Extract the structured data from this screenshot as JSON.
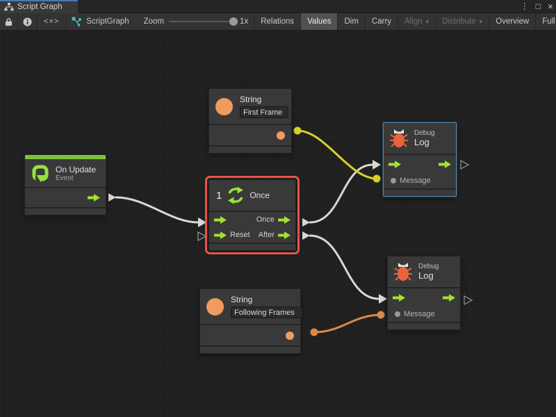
{
  "window": {
    "tab_title": "Script Graph",
    "menu_glyph": "⋮",
    "maximize_glyph": "□",
    "close_glyph": "×"
  },
  "toolbar": {
    "code_glyph": "<×>",
    "graph_name": "ScriptGraph",
    "zoom_label": "Zoom",
    "zoom_value": "1x",
    "dropdown_glyph": "▾",
    "buttons": [
      {
        "label": "Relations",
        "active": false
      },
      {
        "label": "Values",
        "active": true
      },
      {
        "label": "Dim",
        "active": false
      },
      {
        "label": "Carry",
        "active": false
      },
      {
        "label": "Align",
        "active": false,
        "disabled": true,
        "dropdown": true
      },
      {
        "label": "Distribute",
        "active": false,
        "disabled": true,
        "dropdown": true
      },
      {
        "label": "Overview",
        "active": false
      },
      {
        "label": "Full Screen",
        "active": false
      }
    ]
  },
  "graph": {
    "string_first": {
      "title": "String",
      "value": "First Frame"
    },
    "on_update": {
      "title": "On Update",
      "subtitle": "Event"
    },
    "once": {
      "badge": "1",
      "title": "Once",
      "out_once_label": "Once",
      "reset_label": "Reset",
      "after_label": "After"
    },
    "debug_top": {
      "kicker": "Debug",
      "title": "Log",
      "message_label": "Message"
    },
    "debug_bottom": {
      "kicker": "Debug",
      "title": "Log",
      "message_label": "Message"
    },
    "string_following": {
      "title": "String",
      "value": "Following Frames"
    }
  },
  "colors": {
    "accent_green": "#9fe42f",
    "header_strip_green": "#7fc13e",
    "node_orange": "#f09b5f",
    "bug_orange": "#e8643f",
    "wire_white": "#d8d8d8",
    "wire_yellow": "#d6d226",
    "wire_orange": "#dd8848",
    "selection_red": "#e8544a",
    "selection_blue": "#4a86b0",
    "tab_accent_blue": "#4779b8"
  }
}
